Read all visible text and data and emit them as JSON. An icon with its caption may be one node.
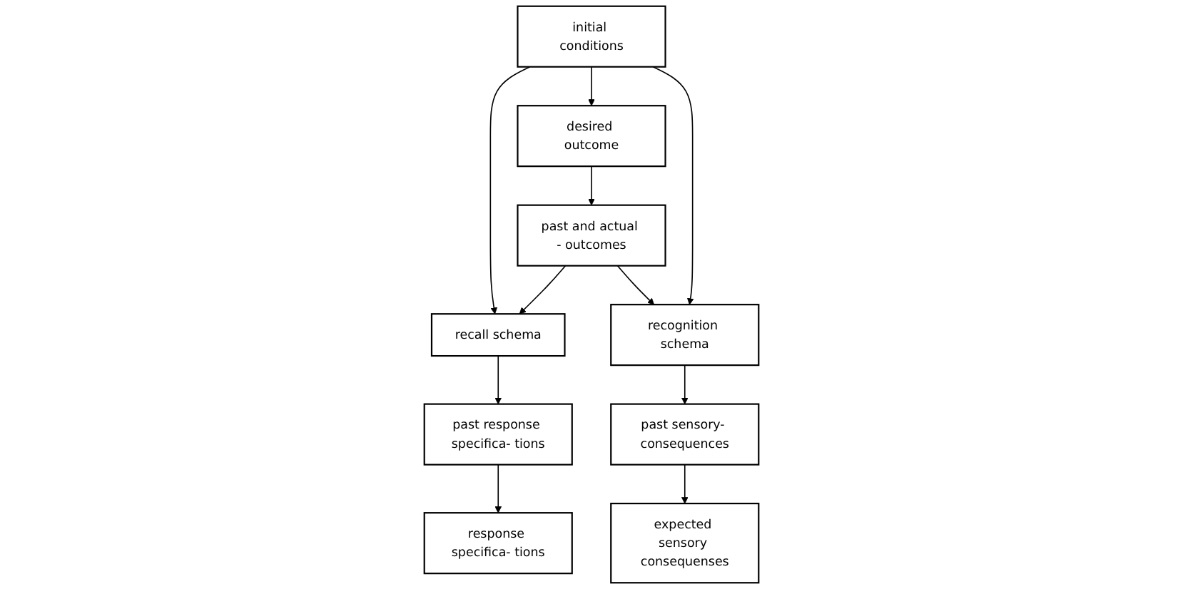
{
  "diagram": {
    "nodes": [
      {
        "text": [
          "initial conditions"
        ]
      },
      {
        "text": [
          "desired outcome"
        ]
      },
      {
        "text": [
          "past response specifica- tions"
        ]
      },
      {
        "text": [
          "recall schema"
        ]
      },
      {
        "text": [
          "past and actual - outcomes"
        ]
      },
      {
        "text": [
          "recognition schema"
        ]
      },
      {
        "text": [
          "past sensory- consequences"
        ]
      },
      {
        "text": [
          "response specifica- tions"
        ]
      },
      {
        "text": [
          "expected sensory consequenses"
        ]
      }
    ],
    "edges": [
      {
        "from": 0,
        "to": 3,
        "arrow": "to"
      },
      {
        "from": 0,
        "to": 1,
        "arrow": "to"
      },
      {
        "from": 0,
        "to": 5,
        "arrow": "to"
      },
      {
        "from": 1,
        "to": 4,
        "arrow": "to"
      },
      {
        "from": 4,
        "to": 3,
        "arrow": "to"
      },
      {
        "from": 4,
        "to": 5,
        "arrow": "to"
      },
      {
        "from": 3,
        "to": 2,
        "arrow": "to"
      },
      {
        "from": 5,
        "to": 6,
        "arrow": "to"
      },
      {
        "from": 2,
        "to": 7,
        "arrow": "to"
      },
      {
        "from": 6,
        "to": 8,
        "arrow": "to"
      }
    ]
  }
}
